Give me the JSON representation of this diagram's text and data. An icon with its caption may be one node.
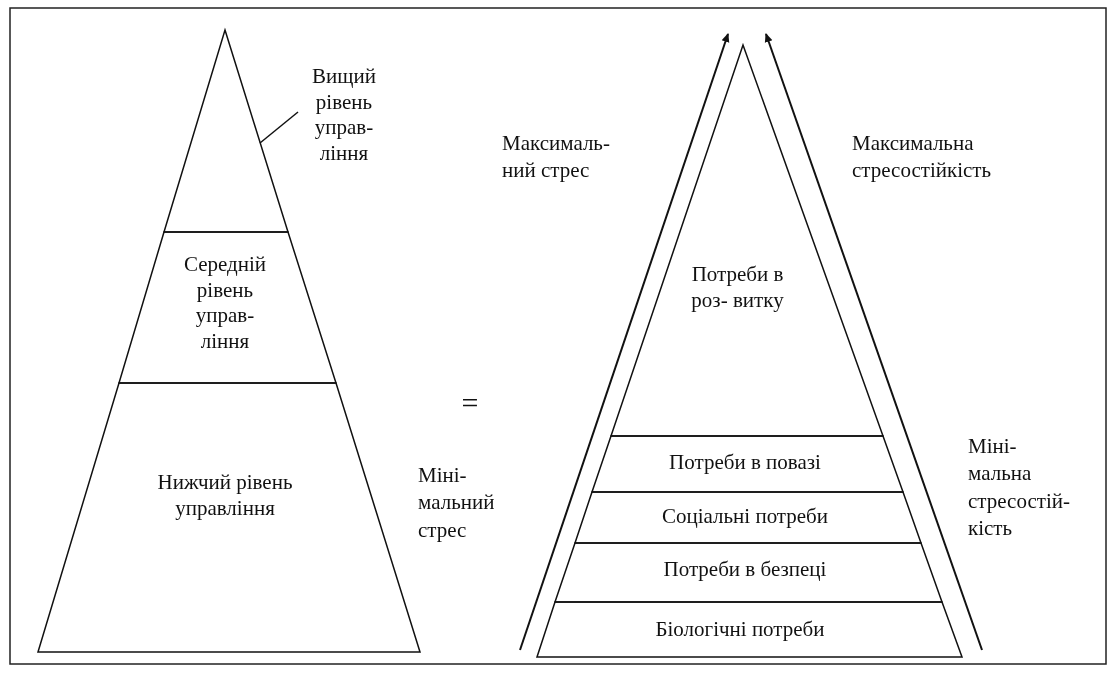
{
  "diagram": {
    "nodes": [
      {
        "text": [],
        "shape": "triangle"
      },
      {
        "text": [
          "Вищий рівень управ- ління"
        ]
      },
      {
        "text": [
          "Середній рівень управ- ління"
        ]
      },
      {
        "text": [
          "Нижчий рівень управління"
        ]
      },
      {
        "text": [
          "Потреби в роз- витку"
        ]
      },
      {
        "text": [
          "Потреби в повазі"
        ]
      },
      {
        "text": [
          "Соціальні потреби"
        ]
      },
      {
        "text": [
          "Потреби в безпеці"
        ]
      },
      {
        "text": [
          "Біологічні потреби"
        ]
      }
    ],
    "edges": [
      {
        "from": 1,
        "to": 0,
        "arrow": "none"
      }
    ],
    "labels": [
      "Максималь- ний стрес",
      "Максимальна стресостійкість",
      "=",
      "Міні- мальна стресостій- кість",
      "Міні- мальний стрес"
    ]
  }
}
